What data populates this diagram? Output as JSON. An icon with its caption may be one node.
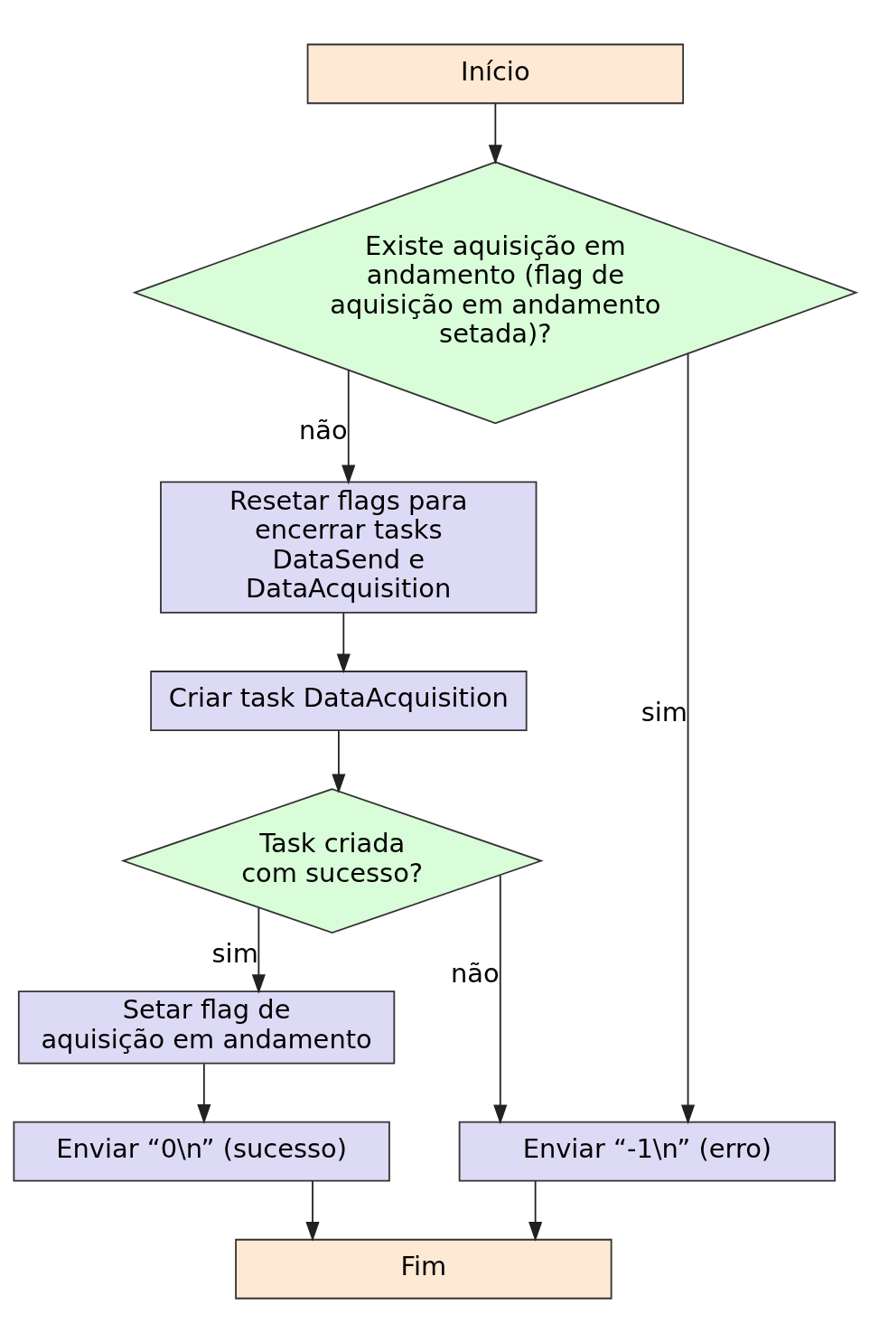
{
  "diagram": {
    "nodes": [
      {
        "text": [
          "Início"
        ]
      },
      {
        "text": [
          "Existe aquisição em andamento (flag de aquisição em andamento setada)?"
        ]
      },
      {
        "text": [
          "Resetar flags para encerrar tasks DataSend e DataAcquisition"
        ]
      },
      {
        "text": [
          "Criar task DataAcquisition"
        ]
      },
      {
        "text": [
          "Task criada com sucesso?"
        ]
      },
      {
        "text": [
          "Setar flag de aquisição em andamento"
        ]
      },
      {
        "text": [
          "Enviar “0\\n” (sucesso)"
        ]
      },
      {
        "text": [
          "Enviar “-1\\n” (erro)"
        ]
      },
      {
        "text": [
          "Fim"
        ]
      }
    ],
    "edges": [
      {
        "from": 0,
        "to": 1,
        "arrow": "to"
      },
      {
        "from": 1,
        "to": 7,
        "arrow": "to",
        "label": "sim"
      },
      {
        "from": 1,
        "to": 2,
        "arrow": "to",
        "label": "não"
      },
      {
        "from": 2,
        "to": 3,
        "arrow": "to"
      },
      {
        "from": 3,
        "to": 4,
        "arrow": "to"
      },
      {
        "from": 4,
        "to": 7,
        "arrow": "to",
        "label": "não"
      },
      {
        "from": 4,
        "to": 5,
        "arrow": "to",
        "label": "sim"
      },
      {
        "from": 5,
        "to": 6,
        "arrow": "to"
      },
      {
        "from": 6,
        "to": 8,
        "arrow": "to"
      },
      {
        "from": 7,
        "to": 8,
        "arrow": "to"
      }
    ]
  }
}
